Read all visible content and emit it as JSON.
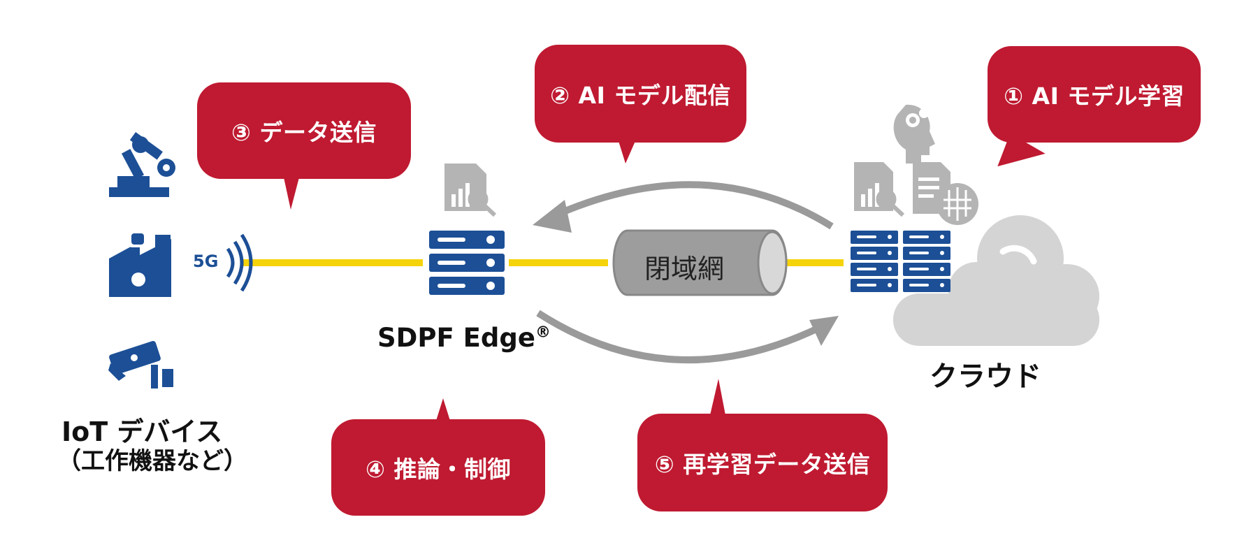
{
  "steps": {
    "s1": "① AI モデル学習",
    "s2": "② AI モデル配信",
    "s3": "③ データ送信",
    "s4": "④ 推論・制御",
    "s5": "⑤ 再学習データ送信"
  },
  "labels": {
    "edge": "SDPF Edge",
    "edge_mark": "®",
    "cloud": "クラウド",
    "iot_line1": "IoT デバイス",
    "iot_line2": "（工作機器など）",
    "pipe": "閉域網",
    "network": "5G"
  },
  "colors": {
    "bubble": "#bf1a31",
    "server": "#1c4f96",
    "line": "#f5d30a",
    "arrow": "#9a9a9a",
    "cloud": "#d4d4d4"
  },
  "icons": [
    "robot-arm-icon",
    "factory-icon",
    "camera-icon",
    "signal-icon",
    "edge-server-icon",
    "report-search-icon",
    "pipe-icon",
    "cloud-server-icon",
    "ai-head-icon",
    "ai-document-icon",
    "cloud-icon"
  ]
}
